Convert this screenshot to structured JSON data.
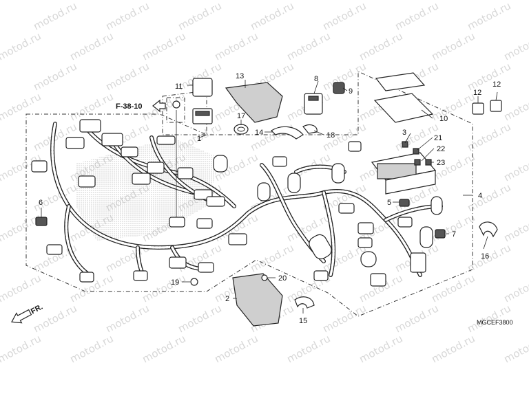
{
  "diagram": {
    "diagram_code": "MGCEF3800",
    "front_indicator": "FR.",
    "ref_label": "F-38-10",
    "watermark": "motod.ru",
    "callouts": [
      "1",
      "2",
      "3",
      "4",
      "5",
      "6",
      "7",
      "8",
      "9",
      "10",
      "11",
      "12",
      "12",
      "13",
      "14",
      "15",
      "16",
      "17",
      "18",
      "19",
      "20",
      "21",
      "22",
      "23"
    ]
  }
}
